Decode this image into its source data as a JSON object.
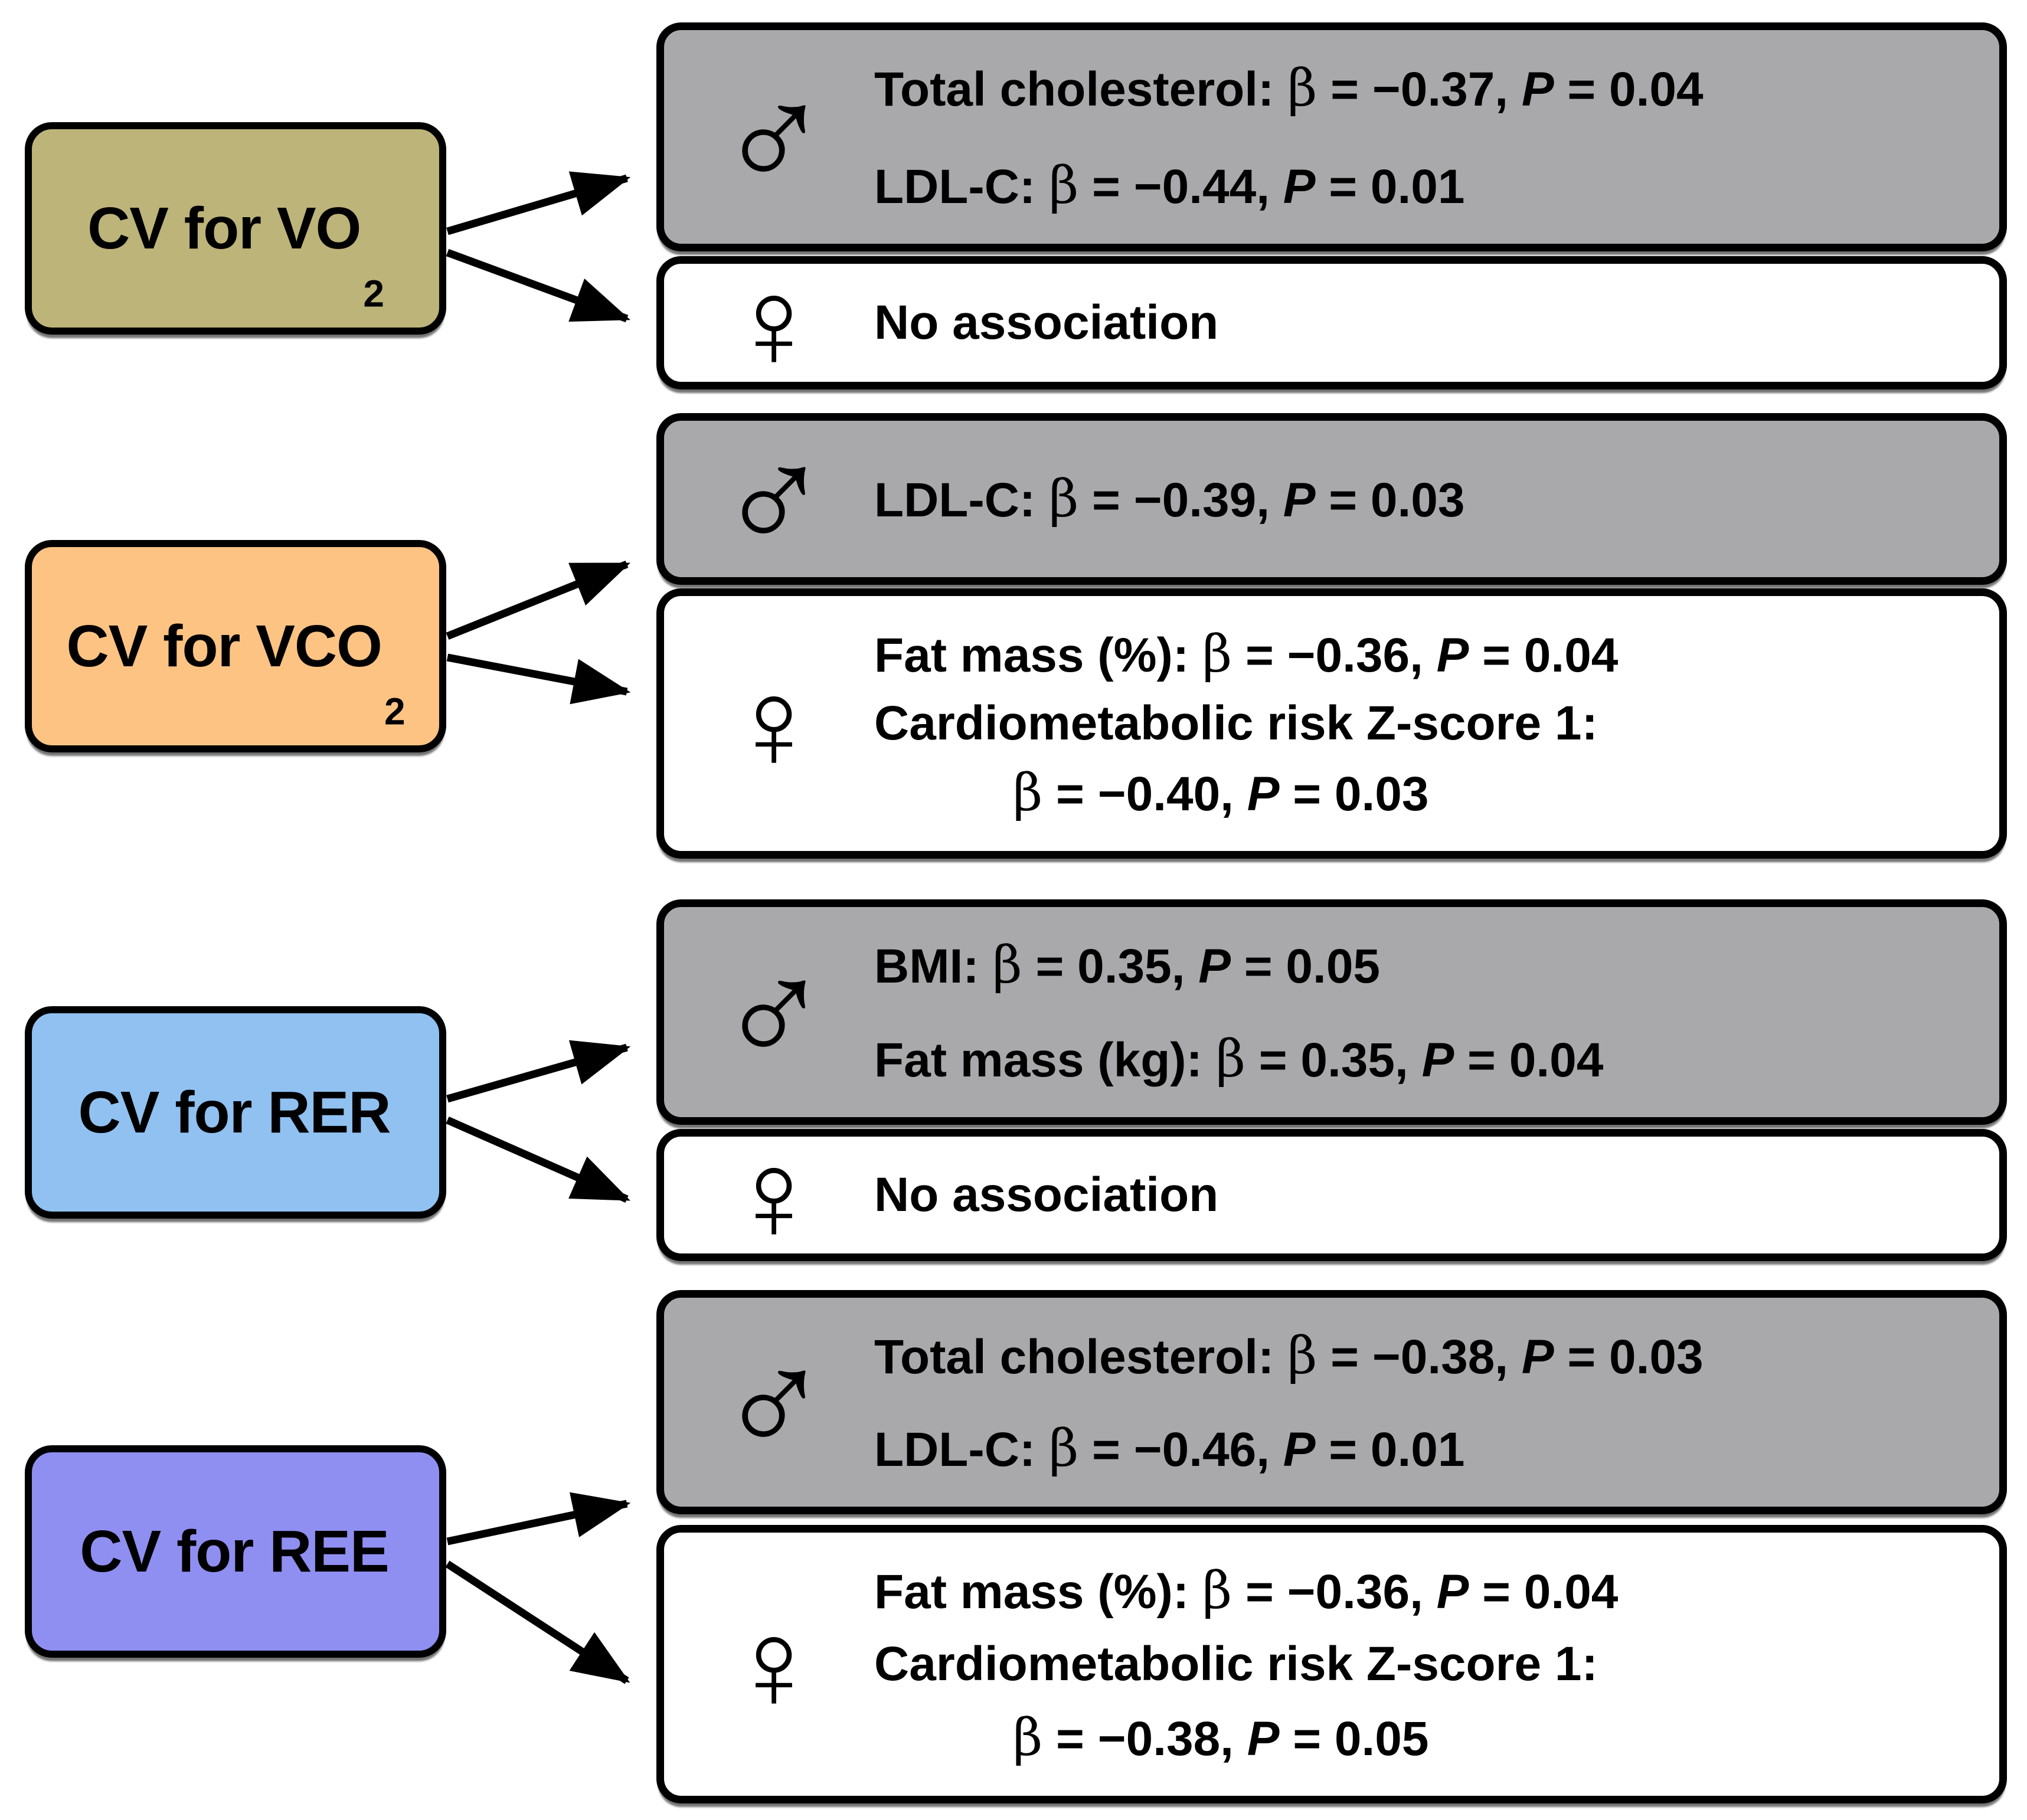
{
  "icons": {
    "male": "♂",
    "female": "♀"
  },
  "colors": {
    "male_box_bg": "#a9a9ab",
    "female_box_bg": "#ffffff",
    "vo2": "#bdb47a",
    "vco2": "#fcc383",
    "rer": "#90c1f1",
    "ree": "#8f8ff2",
    "outline": "#000000"
  },
  "groups": [
    {
      "source": {
        "label": "CV for VO",
        "sub": "2"
      },
      "male": {
        "lines": [
          "Total cholesterol: β = −0.37, P = 0.04",
          "LDL-C: β = −0.44, P = 0.01"
        ]
      },
      "female": {
        "lines": [
          "No association"
        ]
      }
    },
    {
      "source": {
        "label": "CV for VCO",
        "sub": "2"
      },
      "male": {
        "lines": [
          "LDL-C: β = −0.39, P = 0.03"
        ]
      },
      "female": {
        "lines": [
          "Fat mass (%): β = −0.36, P = 0.04",
          "Cardiometabolic risk Z-score 1:",
          "β = −0.40, P = 0.03"
        ]
      }
    },
    {
      "source": {
        "label": "CV for RER",
        "sub": ""
      },
      "male": {
        "lines": [
          "BMI: β = 0.35, P = 0.05",
          "Fat mass (kg): β = 0.35, P = 0.04"
        ]
      },
      "female": {
        "lines": [
          "No association"
        ]
      }
    },
    {
      "source": {
        "label": "CV for REE",
        "sub": ""
      },
      "male": {
        "lines": [
          "Total cholesterol: β = −0.38, P = 0.03",
          "LDL-C: β = −0.46, P = 0.01"
        ]
      },
      "female": {
        "lines": [
          "Fat mass (%): β = −0.36, P = 0.04",
          "Cardiometabolic risk Z-score 1:",
          "β = −0.38, P = 0.05"
        ]
      }
    }
  ]
}
